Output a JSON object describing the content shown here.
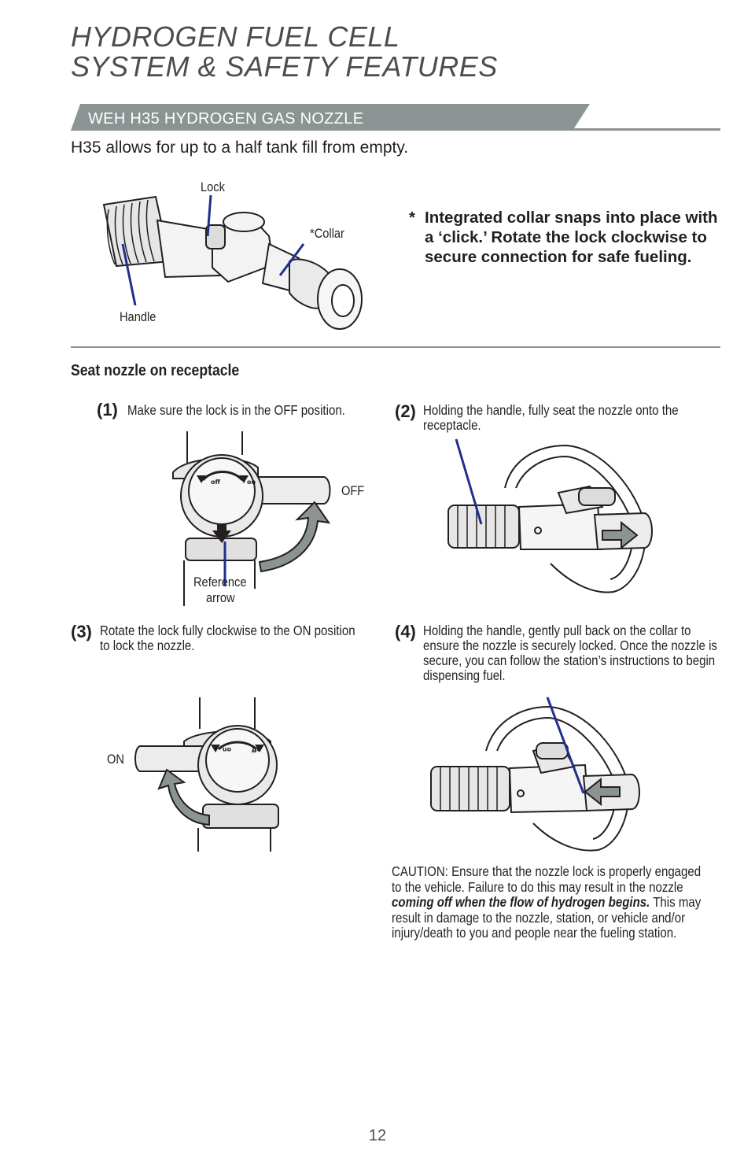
{
  "header": {
    "title_line1": "HYDROGEN FUEL CELL",
    "title_line2": "SYSTEM & SAFETY FEATURES"
  },
  "section": {
    "label": "WEH H35 HYDROGEN GAS NOZZLE",
    "intro": "H35 allows for up to a half tank fill from empty."
  },
  "nozzle_diagram": {
    "lock_label": "Lock",
    "collar_label": "*Collar",
    "handle_label": "Handle"
  },
  "collar_note": {
    "star": "*",
    "text": "Integrated collar snaps into place with a ‘click.’ Rotate the lock clockwise to secure connection for safe fueling."
  },
  "subhead": "Seat nozzle on receptacle",
  "steps": [
    {
      "num": "(1)",
      "text": "Make sure the lock is in the OFF position."
    },
    {
      "num": "(2)",
      "text": "Holding the handle, fully seat the nozzle onto the receptacle."
    },
    {
      "num": "(3)",
      "text": "Rotate the lock fully clockwise to the ON position to lock the nozzle."
    },
    {
      "num": "(4)",
      "text": "Holding the handle, gently pull back on the collar to ensure the nozzle is securely locked. Once the nozzle is secure, you can follow the station’s instructions to begin dispensing fuel."
    }
  ],
  "step1_labels": {
    "off": "OFF",
    "reference_1": "Reference",
    "reference_2": "arrow",
    "knob_off": "off",
    "knob_on": "on"
  },
  "step3_labels": {
    "on": "ON",
    "knob_on": "on",
    "knob_off": "off"
  },
  "caution": {
    "prefix": "CAUTION: Ensure that the nozzle lock is properly engaged to the vehicle. Failure to do this may result in the nozzle ",
    "emphasis": "coming off when the flow of hydrogen begins.",
    "suffix": " This may result in damage to the nozzle, station, or vehicle and/or injury/death to you and people near the fueling station."
  },
  "page_number": "12",
  "colors": {
    "accent_gray": "#8c9393",
    "callout_blue": "#1f2f8c"
  }
}
